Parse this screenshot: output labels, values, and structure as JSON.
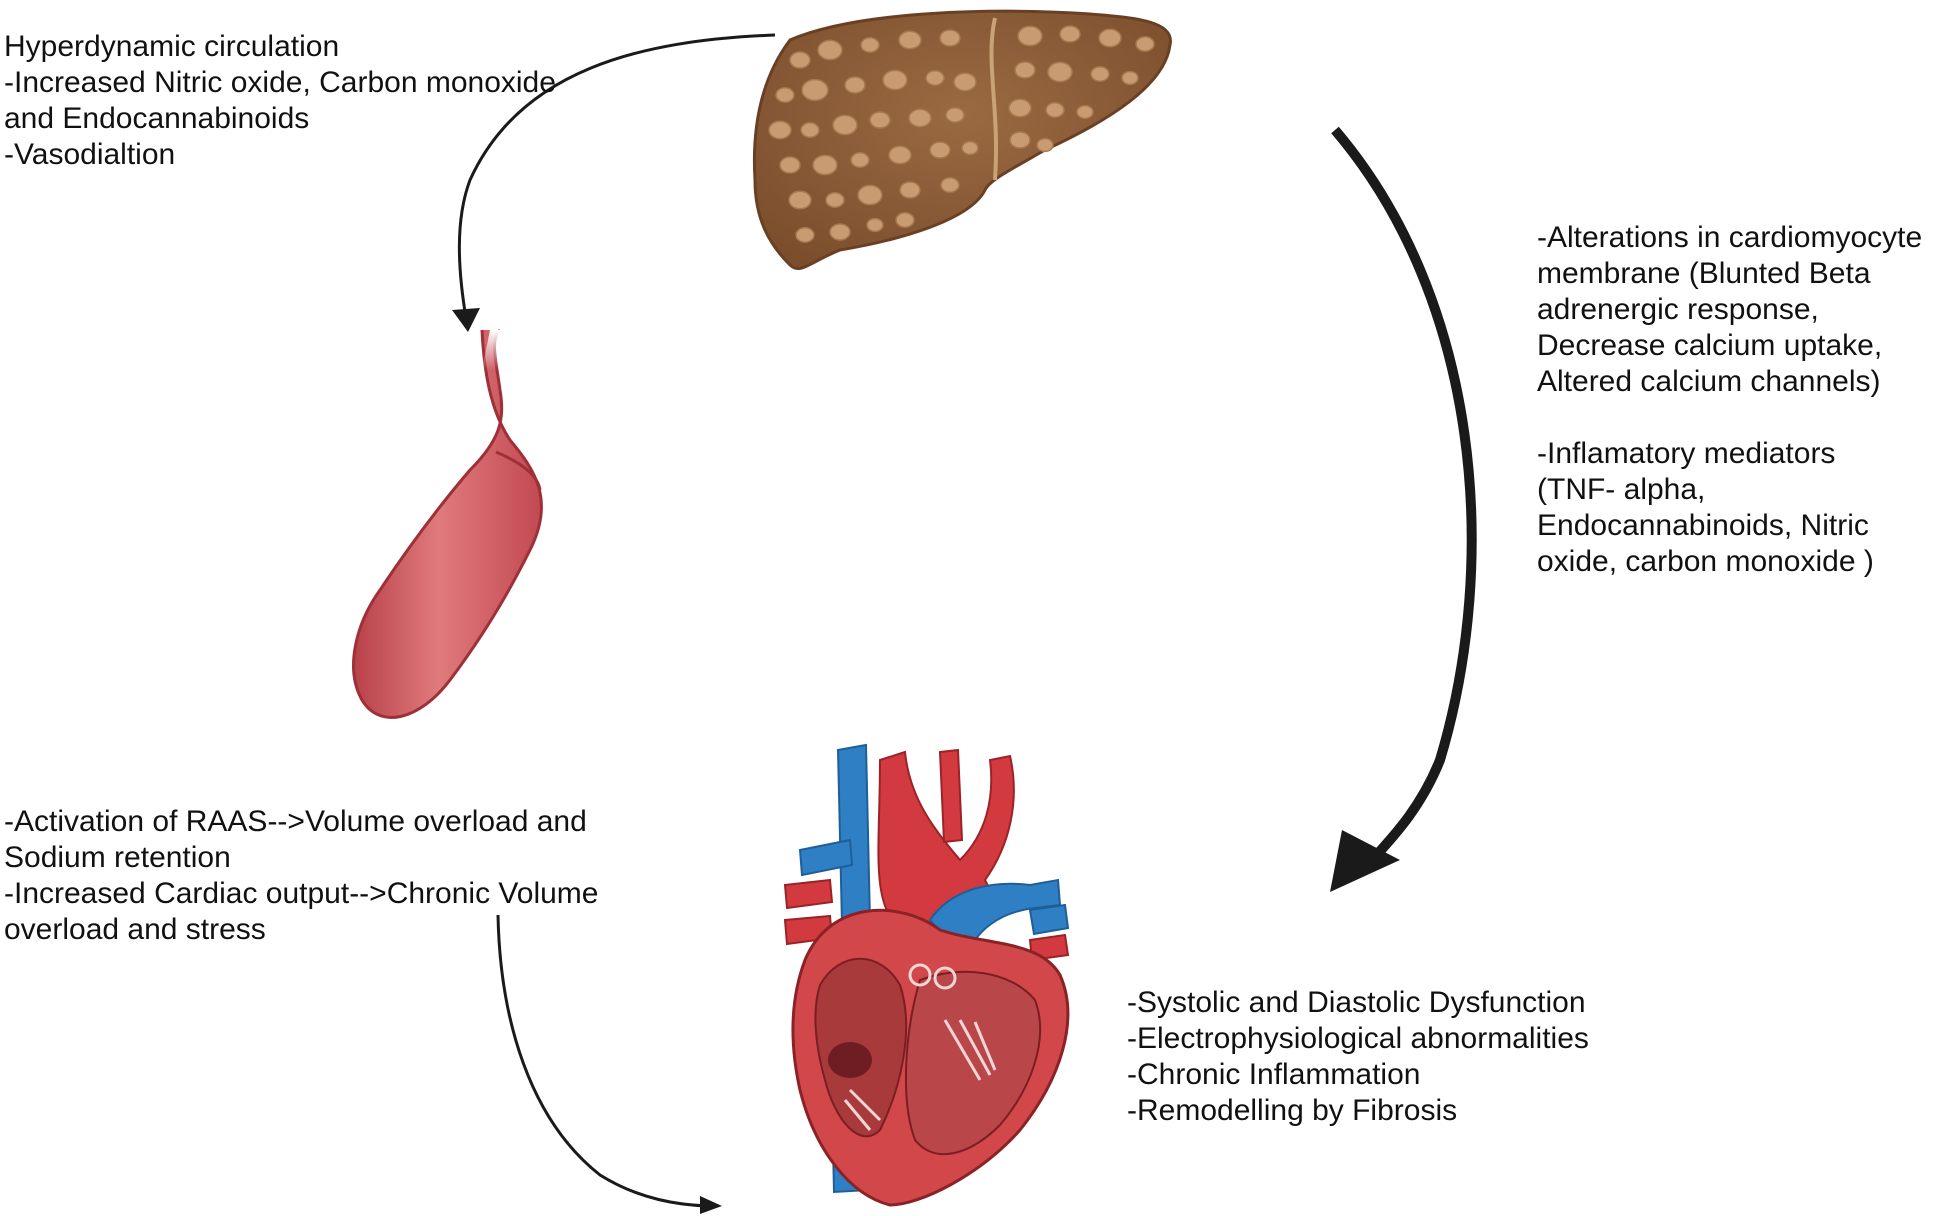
{
  "colors": {
    "liver_base": "#8a5a35",
    "liver_nodule": "#c89b73",
    "vessel": "#d35a60",
    "heart_red": "#d23a3f",
    "heart_inner": "#b8484a",
    "vein_blue": "#2f7fc4",
    "arrow": "#1a1a1a",
    "text": "#111111"
  },
  "labels": {
    "hyperdynamic": [
      "Hyperdynamic circulation",
      "-Increased Nitric oxide, Carbon monoxide",
      "and Endocannabinoids",
      "-Vasodialtion"
    ],
    "cardiomyocyte": [
      "-Alterations in cardiomyocyte",
      "membrane (Blunted Beta",
      "adrenergic response,",
      "Decrease calcium uptake,",
      "Altered calcium channels)",
      "",
      "-Inflamatory mediators",
      "(TNF- alpha,",
      "Endocannabinoids, Nitric",
      "oxide, carbon monoxide )"
    ],
    "raas": [
      "-Activation of RAAS-->Volume overload and",
      "Sodium retention",
      "-Increased Cardiac output-->Chronic Volume",
      "overload and stress"
    ],
    "dysfunction": [
      "-Systolic and Diastolic Dysfunction",
      "-Electrophysiological abnormalities",
      "-Chronic Inflammation",
      "-Remodelling by Fibrosis"
    ]
  }
}
